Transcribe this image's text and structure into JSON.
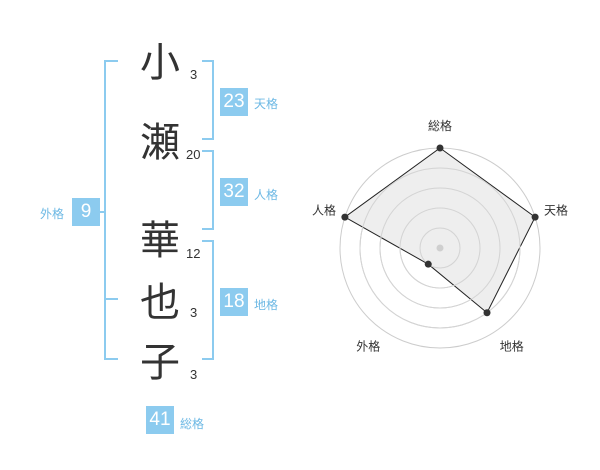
{
  "name": {
    "chars": [
      {
        "char": "小",
        "strokes": "3"
      },
      {
        "char": "瀬",
        "strokes": "20"
      },
      {
        "char": "華",
        "strokes": "12"
      },
      {
        "char": "也",
        "strokes": "3"
      },
      {
        "char": "子",
        "strokes": "3"
      }
    ]
  },
  "kaku": {
    "tenkaku": {
      "value": "23",
      "label": "天格"
    },
    "jinkaku": {
      "value": "32",
      "label": "人格"
    },
    "chikaku": {
      "value": "18",
      "label": "地格"
    },
    "gaikaku": {
      "value": "9",
      "label": "外格"
    },
    "soukaku": {
      "value": "41",
      "label": "総格"
    }
  },
  "colors": {
    "accent": "#8ccbef",
    "accent_text": "#6cb8e4",
    "radar_fill": "#ebebeb",
    "ring": "#cccccc"
  },
  "chart_data": {
    "type": "radar",
    "axes": [
      "総格",
      "天格",
      "地格",
      "外格",
      "人格"
    ],
    "levels": 5,
    "values": [
      5,
      5,
      4,
      1,
      5
    ],
    "max": 5
  }
}
